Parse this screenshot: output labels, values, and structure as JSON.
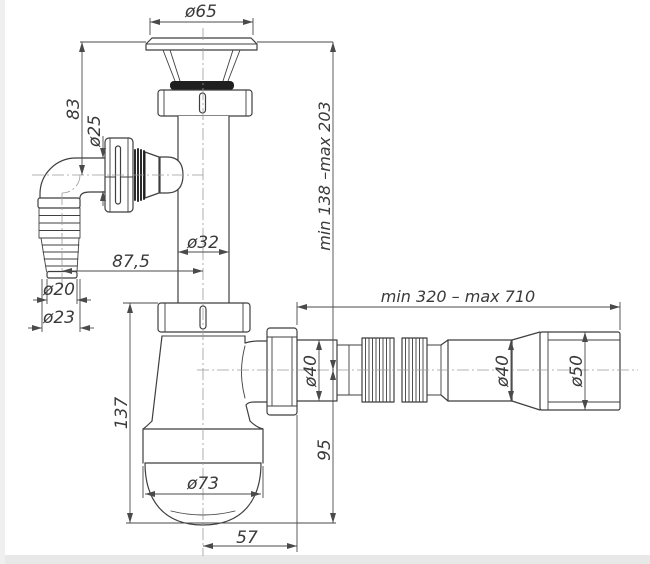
{
  "colors": {
    "outline": "#3f3f3f",
    "dimension": "#4a4a4a",
    "centerline": "#9a9a9a",
    "gasket": "#1f1f1f",
    "background": "#ffffff",
    "edge": "#e8e8e8"
  },
  "dims": {
    "flange_diameter": "ø65",
    "branch_height": "83",
    "branch_nut_diameter": "ø25",
    "pipe_diameter": "ø32",
    "branch_offset": "87,5",
    "height_range": "min 138 –max 203",
    "length_range": "min 320 – max 710",
    "outlet_diameter_near": "ø40",
    "outlet_diameter_far": "ø40",
    "cuff_diameter": "ø50",
    "outlet_drop": "95",
    "trap_height": "137",
    "cup_diameter": "ø73",
    "outlet_offset": "57",
    "hose_tip_diameter": "ø20",
    "hose_ribs_diameter": "ø23"
  }
}
